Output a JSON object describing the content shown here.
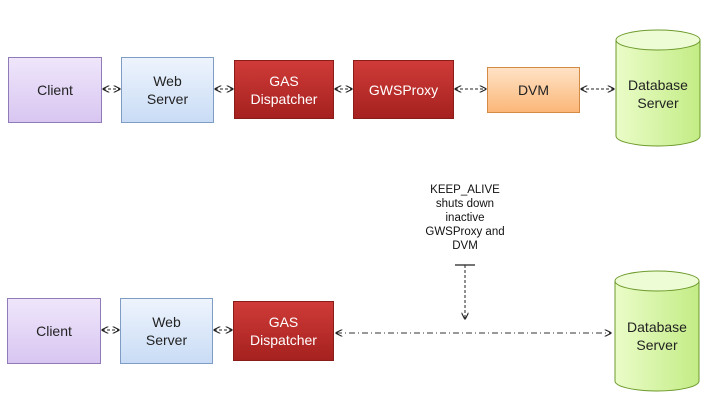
{
  "top_row": {
    "client": "Client",
    "web_server": "Web\nServer",
    "gas_dispatcher": "GAS\nDispatcher",
    "gws_proxy": "GWSProxy",
    "dvm": "DVM",
    "database_server": "Database\nServer"
  },
  "bottom_row": {
    "client": "Client",
    "web_server": "Web\nServer",
    "gas_dispatcher": "GAS\nDispatcher",
    "database_server": "Database\nServer"
  },
  "keep_alive_note": "KEEP_ALIVE\nshuts down\ninactive\nGWSProxy and\nDVM",
  "colors": {
    "client": "#d8c6f1",
    "web_server": "#c9dcf5",
    "dispatcher": "#b7302d",
    "dvm": "#fbb778",
    "database": "#c8f08a"
  }
}
